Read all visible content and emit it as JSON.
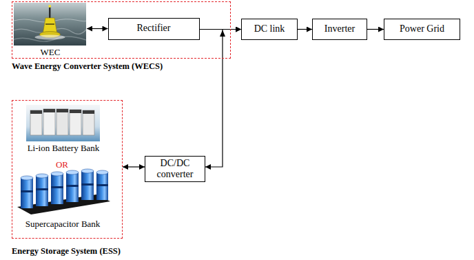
{
  "diagram": {
    "nodes": [
      {
        "text": [
          "Wave Energy Converter System (WECS)"
        ]
      },
      {
        "text": [
          "WEC"
        ],
        "in": 0
      },
      {
        "text": [
          "Rectifier"
        ],
        "in": 0
      },
      {
        "text": [
          "DC link"
        ]
      },
      {
        "text": [
          "Inverter"
        ]
      },
      {
        "text": [
          "Power Grid"
        ]
      },
      {
        "text": [
          "Energy Storage System (ESS)"
        ]
      },
      {
        "text": [
          "Li-ion Battery Bank"
        ],
        "in": 6
      },
      {
        "text": [
          "Supercapacitor Bank"
        ],
        "in": 6
      },
      {
        "text": [
          "DC/DC converter"
        ]
      }
    ],
    "edges": [
      {
        "from": 1,
        "to": 2,
        "arrow": "both"
      },
      {
        "from": 2,
        "to": 3,
        "arrow": "to"
      },
      {
        "from": 9,
        "to": 3,
        "arrow": "both"
      },
      {
        "from": 6,
        "to": 9,
        "arrow": "both"
      },
      {
        "from": 3,
        "to": 4,
        "arrow": "to"
      },
      {
        "from": 4,
        "to": 5,
        "arrow": "to"
      }
    ],
    "labels": [
      "OR"
    ]
  }
}
